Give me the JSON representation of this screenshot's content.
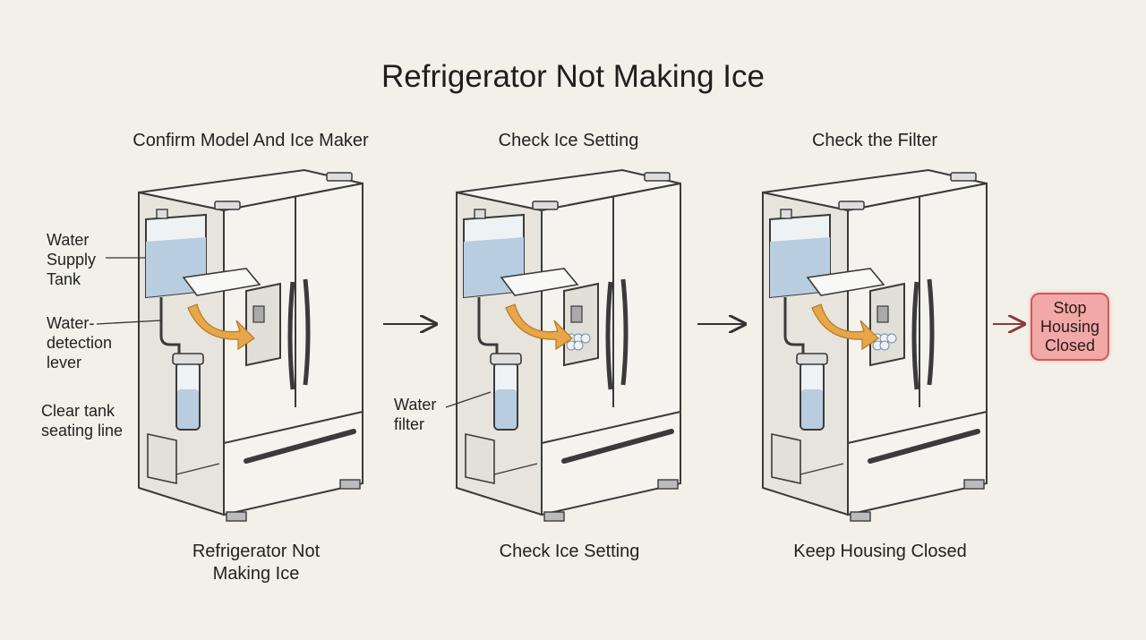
{
  "title": "Refrigerator Not Making Ice",
  "steps": [
    {
      "title": "Confirm Model And Ice Maker",
      "caption_lines": [
        "Refrigerator Not",
        "Making Ice"
      ]
    },
    {
      "title": "Check Ice Setting",
      "caption_lines": [
        "Check Ice Setting"
      ]
    },
    {
      "title": "Check the Filter",
      "caption_lines": [
        "Keep Housing Closed"
      ]
    }
  ],
  "callouts": {
    "water_supply_tank": [
      "Water",
      "Supply",
      "Tank"
    ],
    "water_detection_lever": [
      "Water-",
      "detection",
      "lever"
    ],
    "clear_tank_seating_line": [
      "Clear tank",
      "seating line"
    ],
    "water_filter": [
      "Water",
      "filter"
    ]
  },
  "stop": {
    "lines": [
      "Stop",
      "Housing",
      "Closed"
    ],
    "fill_color": "#f2a8a6",
    "border_color": "#cf5b5b"
  },
  "colors": {
    "background": "#f2f0e8",
    "tank_water": "#b9cde0",
    "flow_arrow": "#e8a64a",
    "line": "#3a3a3a"
  }
}
